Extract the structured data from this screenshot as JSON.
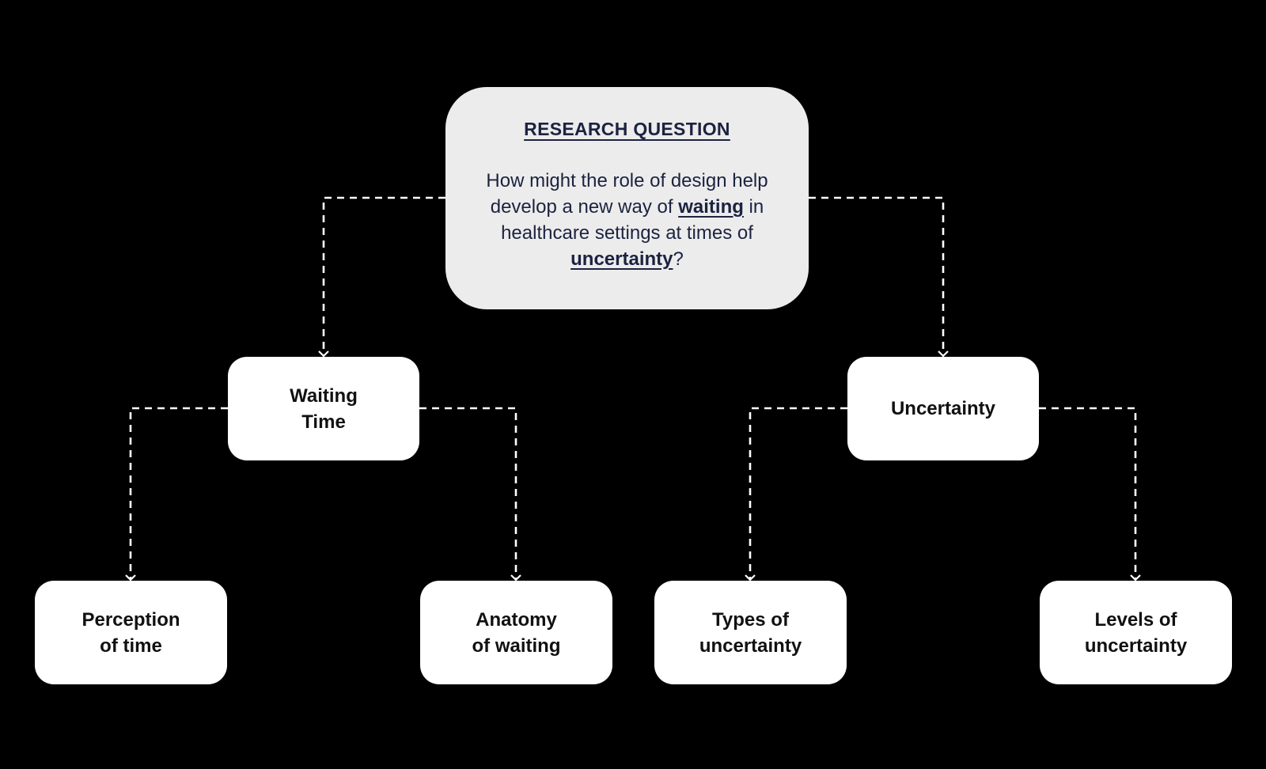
{
  "colors": {
    "background": "#000000",
    "root_fill": "#ececec",
    "root_text": "#1c2340",
    "node_fill": "#ffffff",
    "node_text": "#111111",
    "connector": "#ffffff"
  },
  "root": {
    "title": "RESEARCH QUESTION",
    "question": {
      "part1": "How might the role of design help develop a new way of ",
      "keyword1": "waiting",
      "part2": " in healthcare settings at times of ",
      "keyword2": "uncertainty",
      "part3": "?"
    }
  },
  "level1": [
    {
      "lines": [
        "Waiting",
        "Time"
      ]
    },
    {
      "lines": [
        "Uncertainty"
      ]
    }
  ],
  "level2": [
    {
      "lines": [
        "Perception",
        "of time"
      ]
    },
    {
      "lines": [
        "Anatomy",
        "of waiting"
      ]
    },
    {
      "lines": [
        "Types of",
        "uncertainty"
      ]
    },
    {
      "lines": [
        "Levels of",
        "uncertainty"
      ]
    }
  ]
}
